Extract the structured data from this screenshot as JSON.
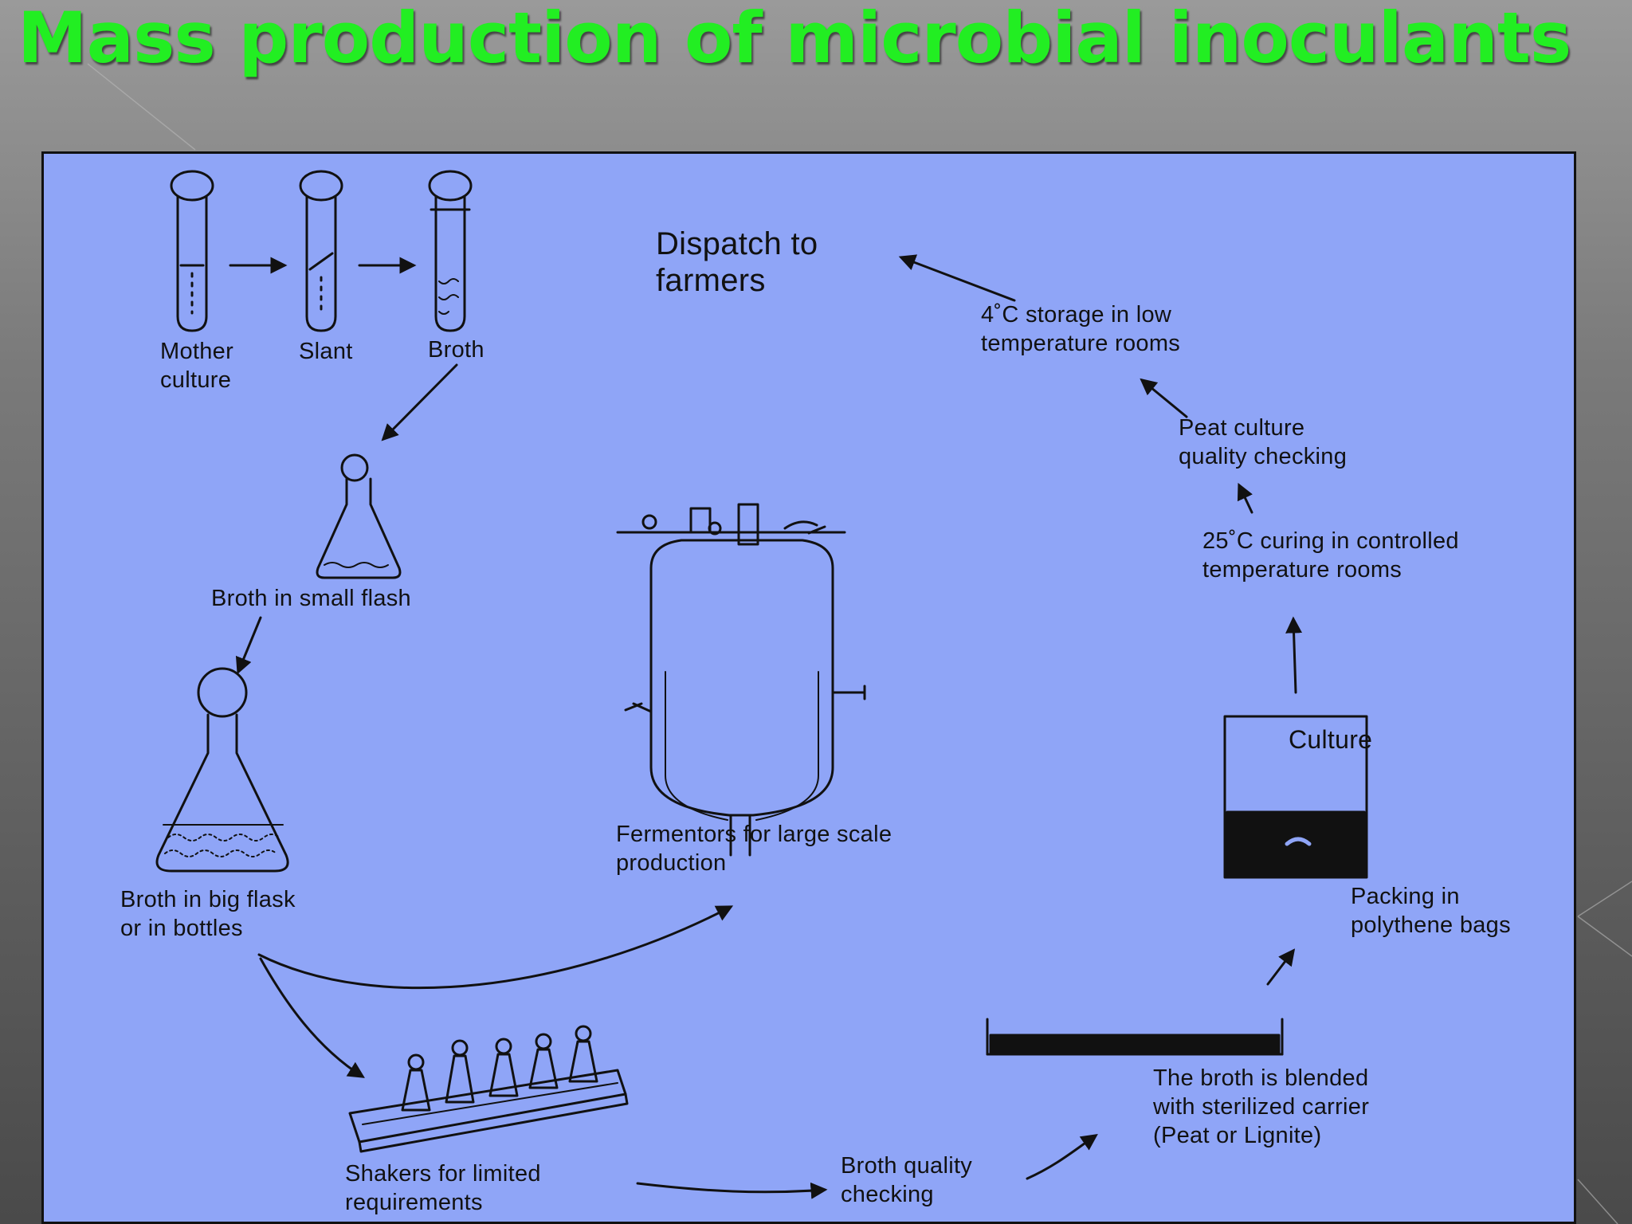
{
  "title": "Mass production of microbial inoculants",
  "colors": {
    "title": "#22ee22",
    "panel": "#8fa5f7",
    "ink": "#111111"
  },
  "diagram": {
    "labels": {
      "mother_culture": "Mother\nculture",
      "slant": "Slant",
      "broth": "Broth",
      "broth_small_flask": "Broth in small flash",
      "broth_big_flask": "Broth in big flask\nor in bottles",
      "shakers": "Shakers for limited\nrequirements",
      "fermentors": "Fermentors for large scale\nproduction",
      "broth_quality": "Broth quality\nchecking",
      "blended": "The broth is blended\nwith sterilized carrier\n(Peat or Lignite)",
      "packing": "Packing in\npolythene bags",
      "culture_bag": "Culture",
      "curing": "25˚C curing in controlled\ntemperature rooms",
      "peat_quality": "Peat culture\nquality checking",
      "storage": "4˚C storage in low\ntemperature rooms",
      "dispatch": "Dispatch to\nfarmers"
    }
  }
}
